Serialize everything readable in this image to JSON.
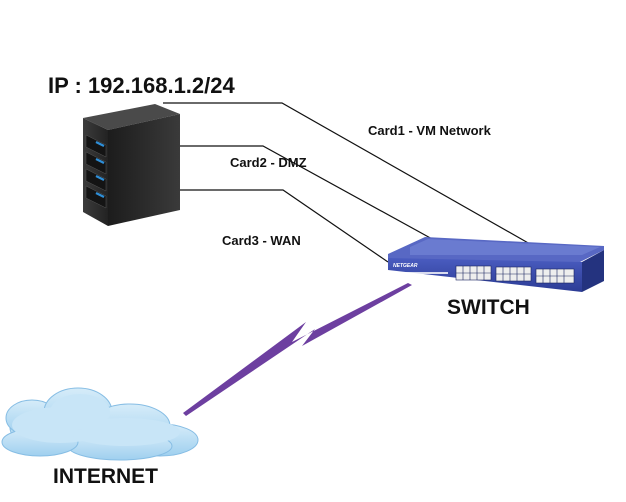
{
  "server": {
    "ip_label": "IP : 192.168.1.2/24"
  },
  "links": [
    {
      "label": "Card1 - VM Network"
    },
    {
      "label": "Card2 - DMZ"
    },
    {
      "label": "Card3 - WAN"
    }
  ],
  "switch": {
    "label": "SWITCH",
    "brand": "NETGEAR"
  },
  "internet": {
    "label": "INTERNET"
  },
  "colors": {
    "switch_body": "#3448a6",
    "switch_face": "#5868c4",
    "server_body": "#2c2c2c",
    "server_led": "#2f8fd8",
    "lightning": "#6d3fa0",
    "cloud": "#b9ddf3",
    "cloud_edge": "#86bde4",
    "wire": "#111111"
  }
}
